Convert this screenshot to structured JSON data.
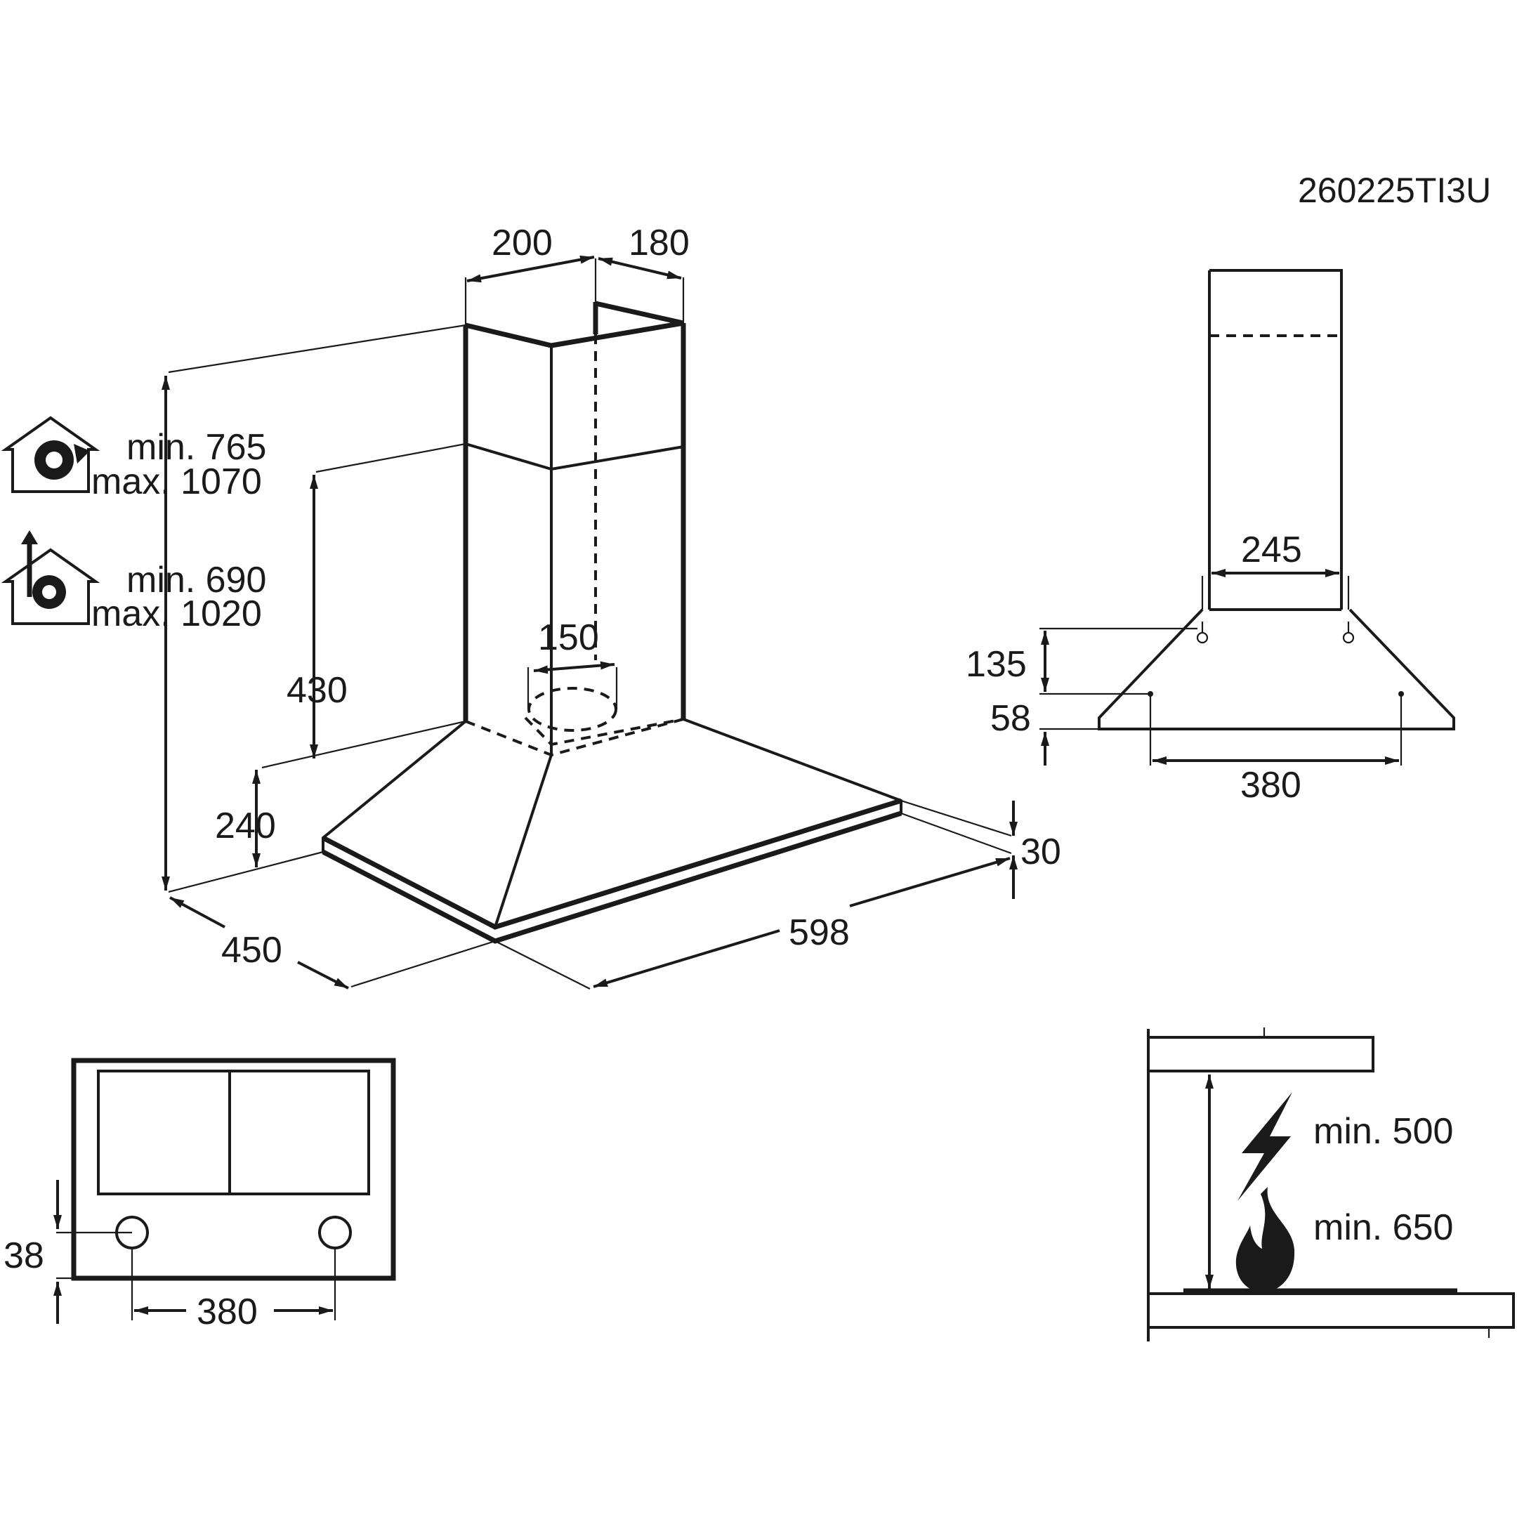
{
  "model_code": "260225TI3U",
  "main_view": {
    "width_top": "200",
    "depth_top": "180",
    "chimney_outlet": "150",
    "height_430": "430",
    "height_240": "240",
    "thickness_30": "30",
    "depth_450": "450",
    "width_598": "598",
    "extraction": {
      "min": "min. 765",
      "max": "max. 1070",
      "icon": "fan-extraction-house-icon"
    },
    "recirculation": {
      "min": "min. 690",
      "max": "max. 1020",
      "icon": "fan-recirculation-house-icon"
    }
  },
  "side_view": {
    "width_245": "245",
    "height_135": "135",
    "height_58": "58",
    "width_380": "380"
  },
  "bottom_view": {
    "offset_38": "38",
    "spacing_380": "380"
  },
  "clearance": {
    "electric": {
      "label": "min. 500",
      "icon": "lightning-icon"
    },
    "gas": {
      "label": "min. 650",
      "icon": "flame-icon"
    }
  }
}
